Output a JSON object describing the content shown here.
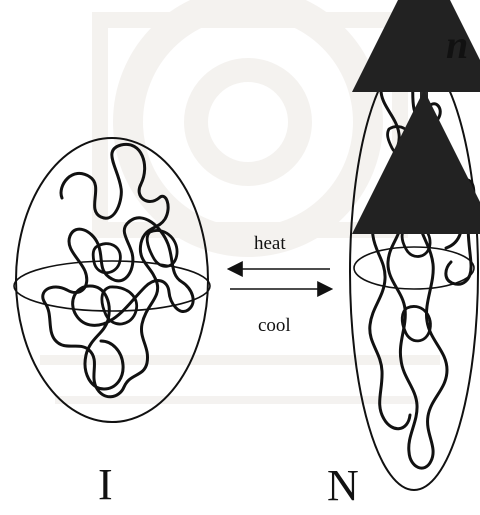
{
  "diagram": {
    "labels": {
      "isotropic": "I",
      "nematic": "N",
      "director": "n",
      "heat": "heat",
      "cool": "cool"
    },
    "colors": {
      "ink": "#111111",
      "watermark": "#d9d1c8",
      "background": "#ffffff"
    }
  }
}
